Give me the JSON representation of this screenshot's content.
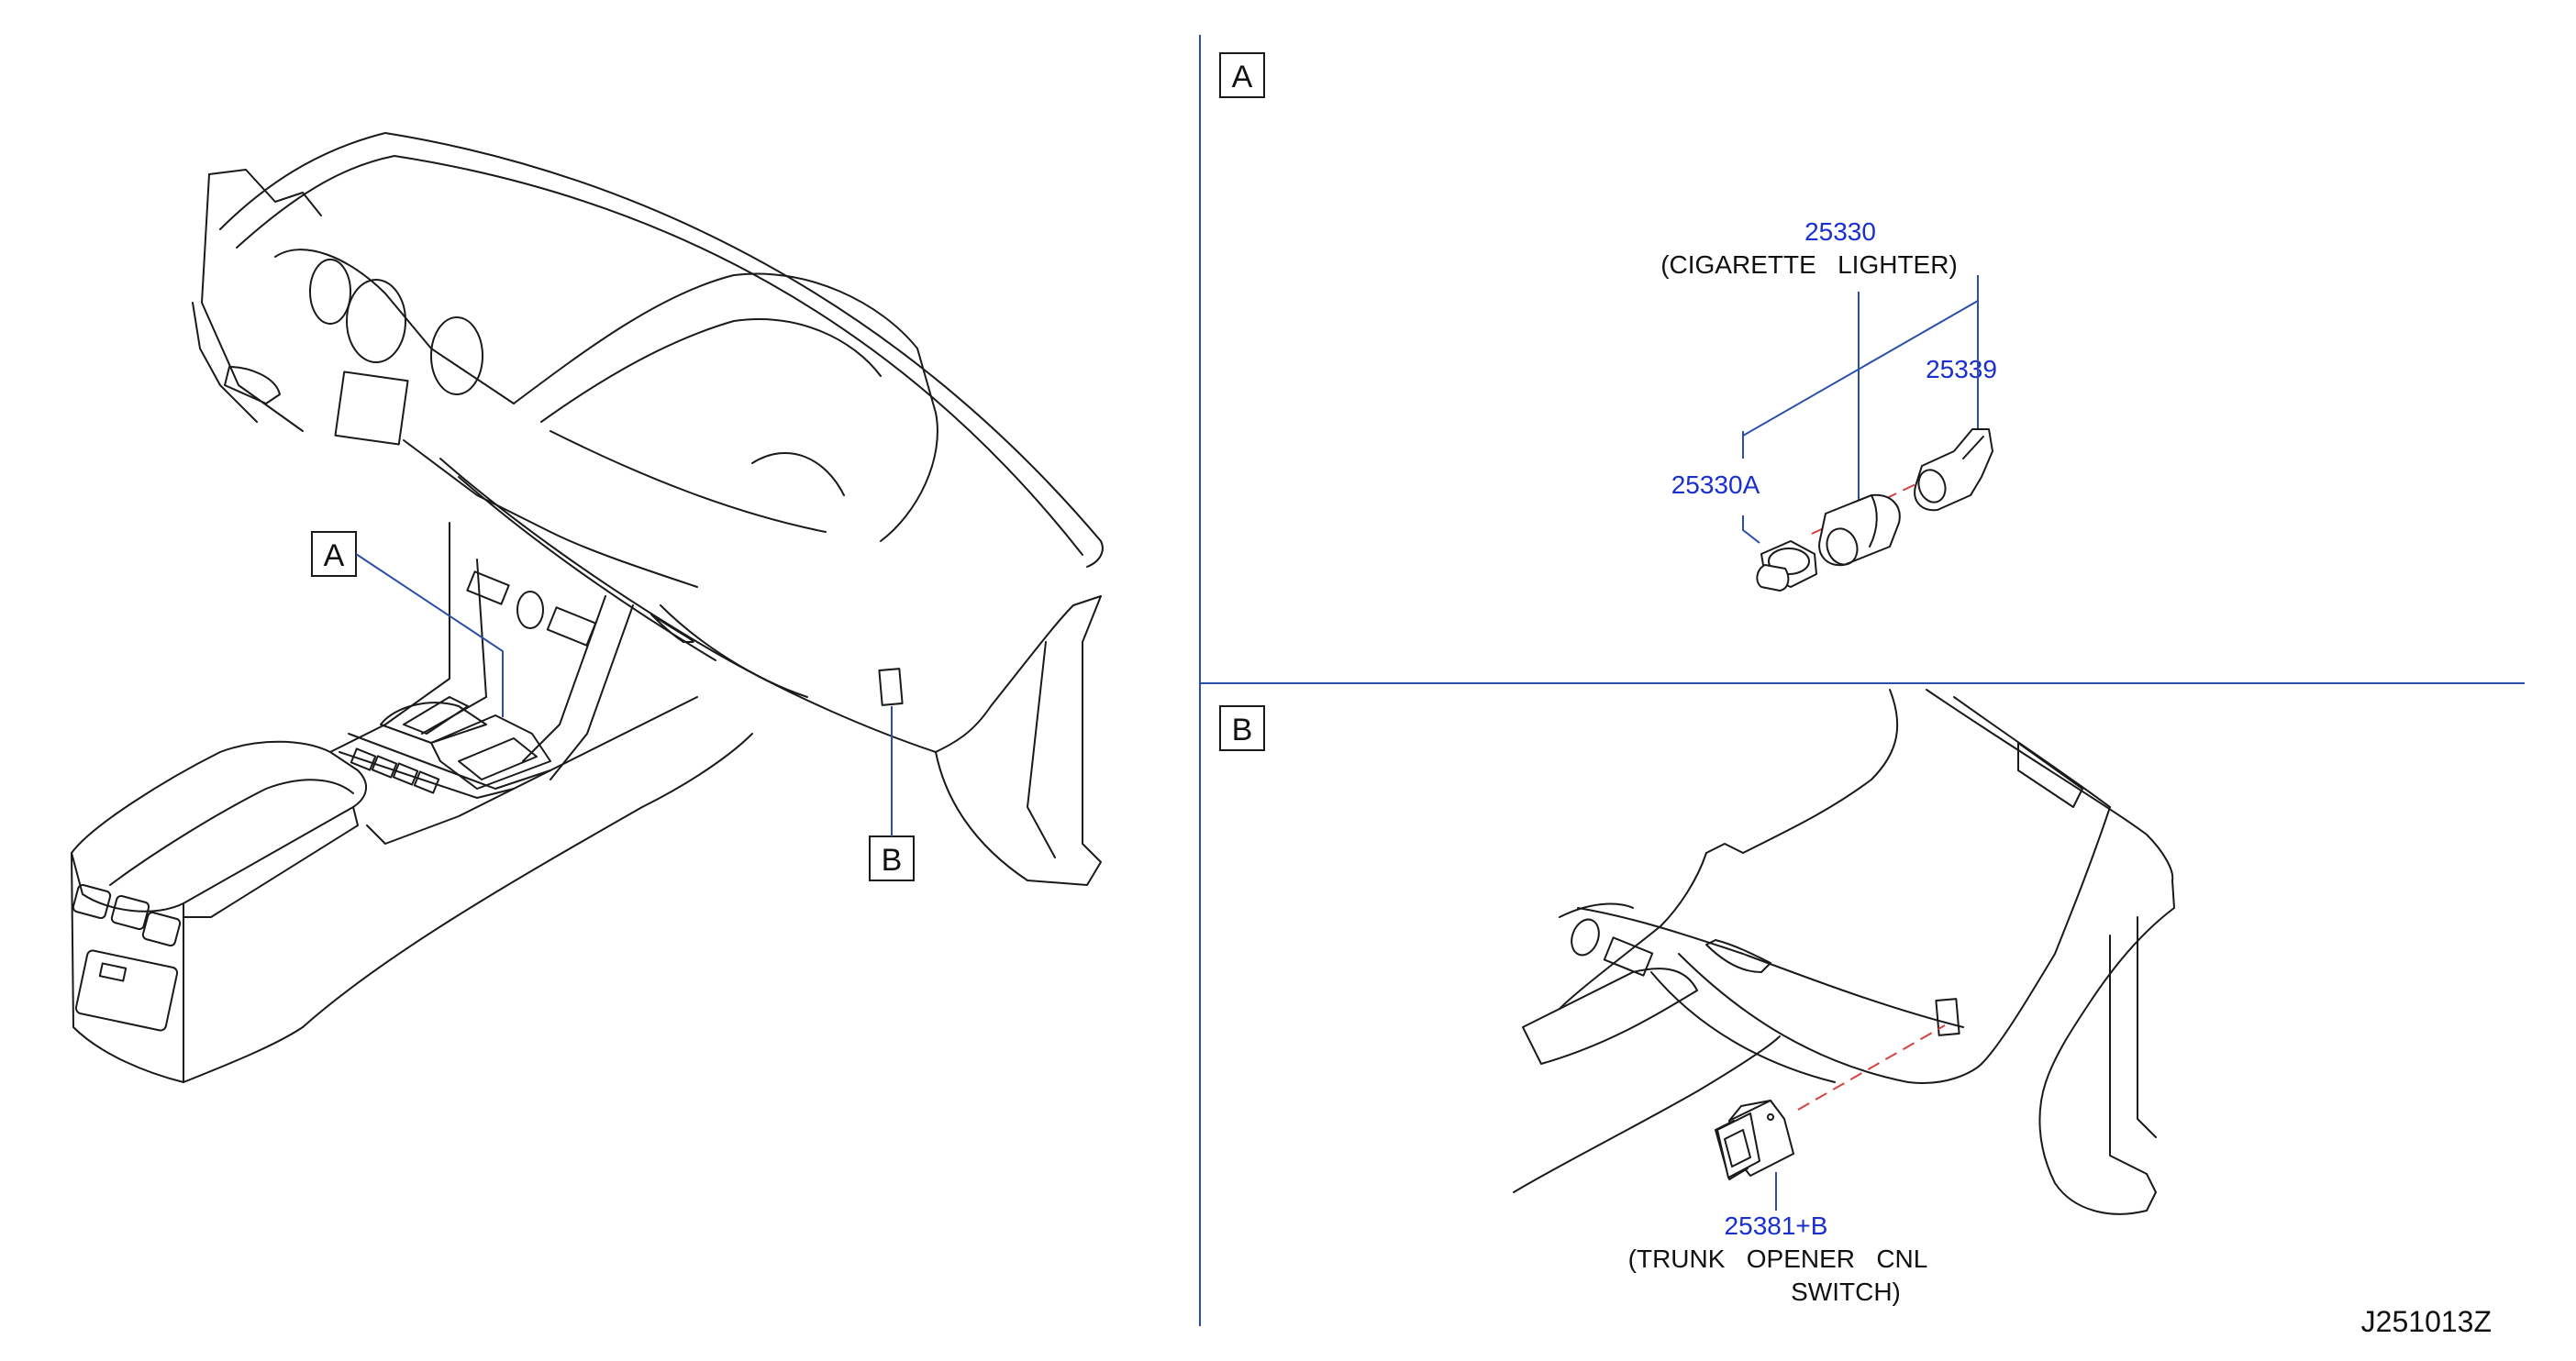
{
  "callouts": {
    "overview_a": "A",
    "overview_b": "B",
    "view_a": "A",
    "view_b": "B"
  },
  "parts": {
    "cigarette_lighter": {
      "number": "25330",
      "desc": "(CIGARETTE   LIGHTER)"
    },
    "part_25339": {
      "number": "25339"
    },
    "part_25330a": {
      "number": "25330A"
    },
    "trunk_switch": {
      "number": "25381+B",
      "desc_line1": "(TRUNK   OPENER   CNL",
      "desc_line2": "SWITCH)"
    }
  },
  "diagram_code": "J251013Z",
  "colors": {
    "part_number": "#1a2fd0",
    "leader": "#2b4fa8",
    "ink": "#1a1a1a",
    "dashed": "#d84040"
  }
}
